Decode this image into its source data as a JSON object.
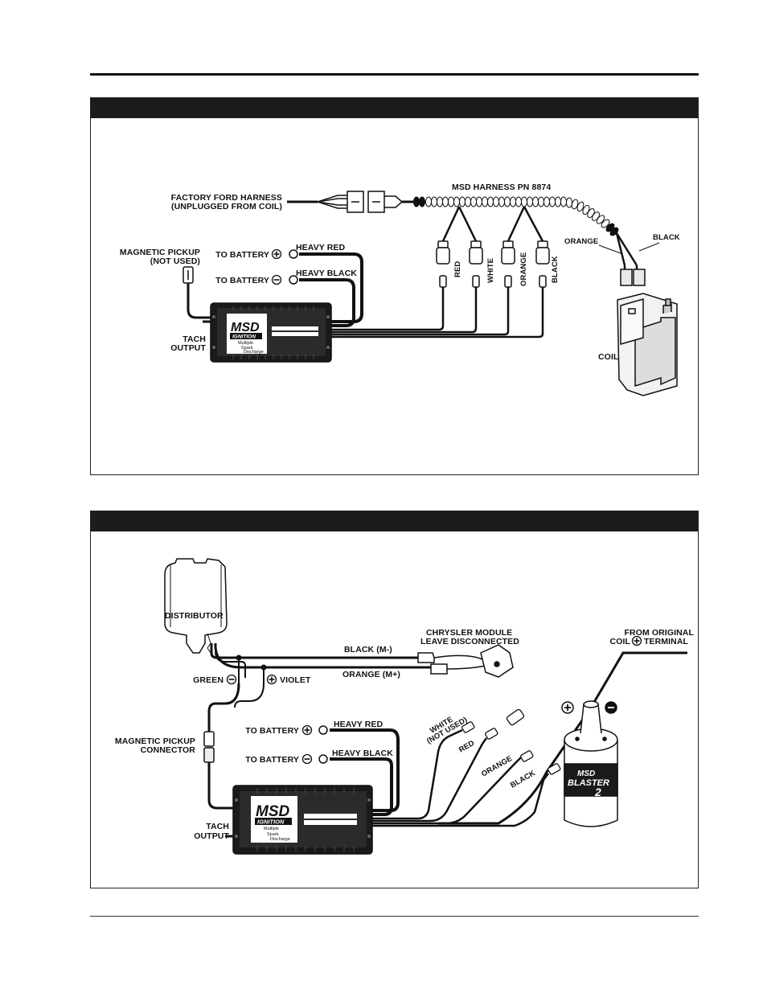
{
  "diagram1": {
    "factory_harness": [
      "FACTORY FORD HARNESS",
      "(UNPLUGGED FROM COIL)"
    ],
    "msd_harness": "MSD HARNESS PN 8874",
    "magnetic_pickup": [
      "MAGNETIC PICKUP",
      "(NOT USED)"
    ],
    "to_battery_pos": "TO BATTERY",
    "heavy_red": "HEAVY RED",
    "to_battery_neg": "TO BATTERY",
    "heavy_black": "HEAVY BLACK",
    "tach_output": [
      "TACH",
      "OUTPUT"
    ],
    "wire_red": "RED",
    "wire_white": "WHITE",
    "wire_orange": "ORANGE",
    "wire_black": "BLACK",
    "orange": "ORANGE",
    "black": "BLACK",
    "coil": "COIL",
    "box_logo": [
      "MSD",
      "IGNITION"
    ],
    "box_desc": [
      "Multiple",
      "Spark",
      "Discharge"
    ]
  },
  "diagram2": {
    "distributor": "DISTRIBUTOR",
    "chrysler_module": [
      "CHRYSLER MODULE",
      "LEAVE DISCONNECTED"
    ],
    "black_m": "BLACK (M-)",
    "orange_m": "ORANGE (M+)",
    "from_original": [
      "FROM ORIGINAL",
      "COIL",
      "TERMINAL"
    ],
    "green": "GREEN",
    "violet": "VIOLET",
    "magnetic_pickup": [
      "MAGNETIC PICKUP",
      "CONNECTOR"
    ],
    "to_battery_pos": "TO BATTERY",
    "heavy_red": "HEAVY RED",
    "to_battery_neg": "TO BATTERY",
    "heavy_black": "HEAVY BLACK",
    "tach_output": [
      "TACH",
      "OUTPUT"
    ],
    "white_not_used": [
      "WHITE",
      "(NOT USED)"
    ],
    "red": "RED",
    "orange": "ORANGE",
    "black": "BLACK",
    "box_logo": [
      "MSD",
      "IGNITION"
    ],
    "box_desc": [
      "Multiple",
      "Spark",
      "Discharge"
    ],
    "coil_logo": [
      "MSD",
      "BLASTER",
      "2"
    ]
  }
}
